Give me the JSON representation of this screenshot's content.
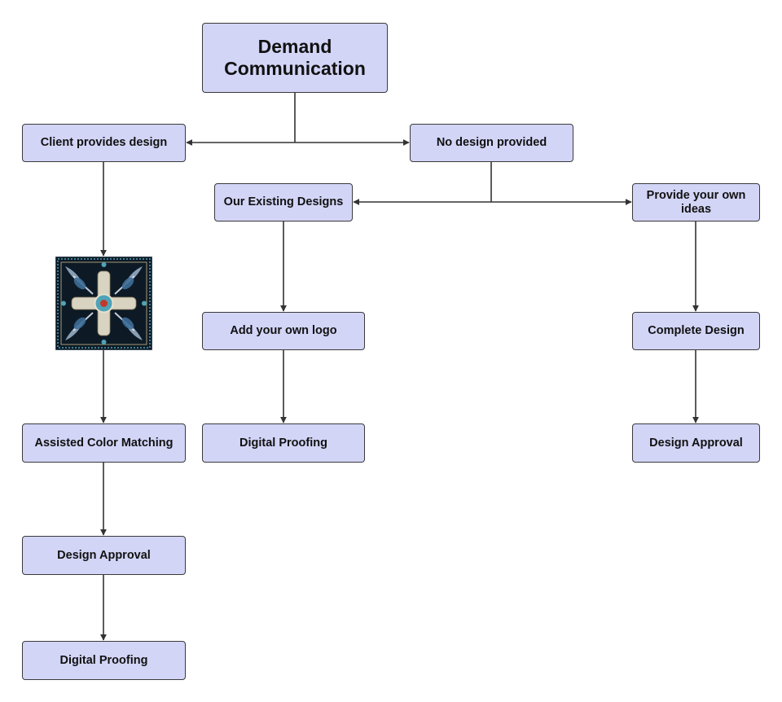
{
  "diagram": {
    "root": "Demand Communication",
    "client_provides_design": "Client provides design",
    "no_design_provided": "No design provided",
    "our_existing_designs": "Our Existing Designs",
    "provide_your_own_ideas": "Provide your own ideas",
    "add_your_own_logo": "Add your own logo",
    "complete_design": "Complete Design",
    "assisted_color_matching": "Assisted Color Matching",
    "digital_proofing_middle": "Digital Proofing",
    "design_approval_right": "Design Approval",
    "design_approval_left": "Design Approval",
    "digital_proofing_left": "Digital Proofing"
  },
  "colors": {
    "node_fill": "#d3d5f7",
    "node_border": "#3a3a3a",
    "connector": "#333333",
    "scarf_background": "#0d1a26",
    "scarf_accent": "#4ea3b8"
  }
}
